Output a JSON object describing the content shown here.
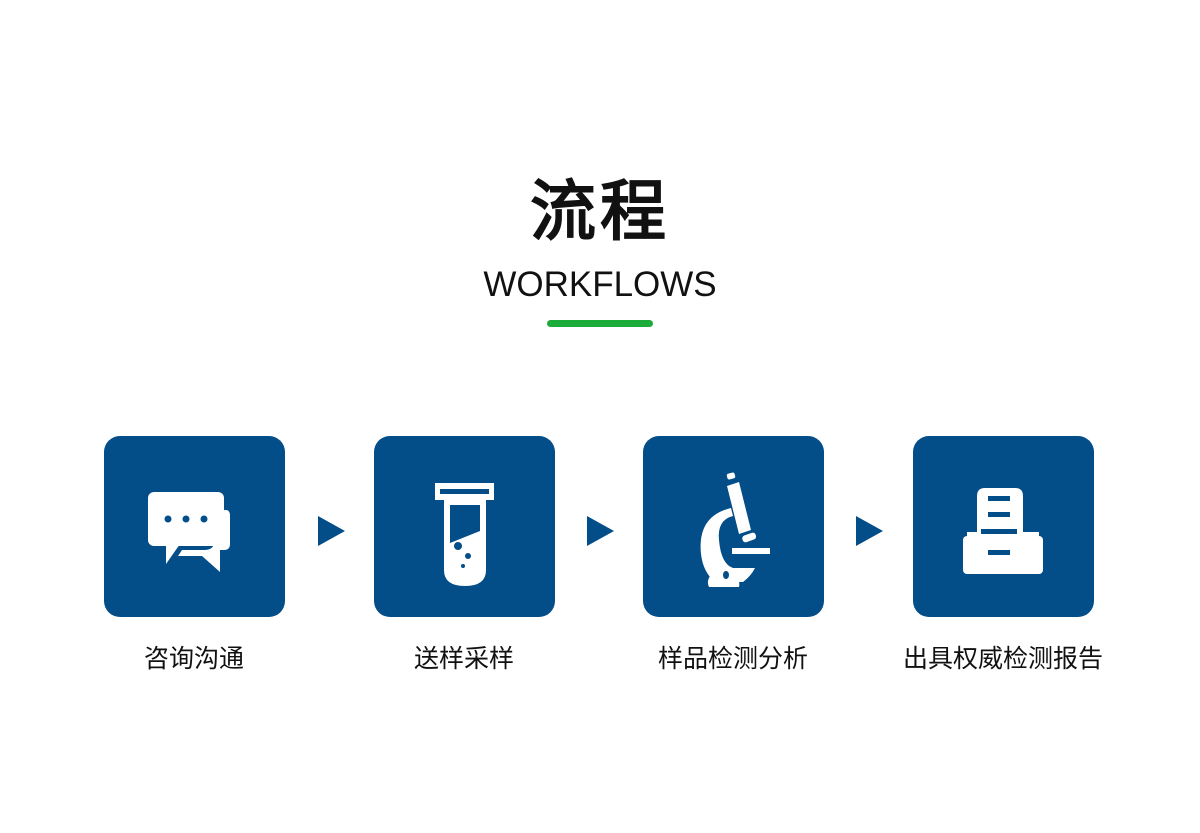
{
  "header": {
    "title": "流程",
    "subtitle": "WORKFLOWS"
  },
  "colors": {
    "accent": "#034d88",
    "underline": "#1aab38"
  },
  "steps": [
    {
      "label": "咨询沟通",
      "icon": "chat-bubbles-icon"
    },
    {
      "label": "送样采样",
      "icon": "test-tube-icon"
    },
    {
      "label": "样品检测分析",
      "icon": "microscope-icon"
    },
    {
      "label": "出具权威检测报告",
      "icon": "printer-report-icon"
    }
  ]
}
